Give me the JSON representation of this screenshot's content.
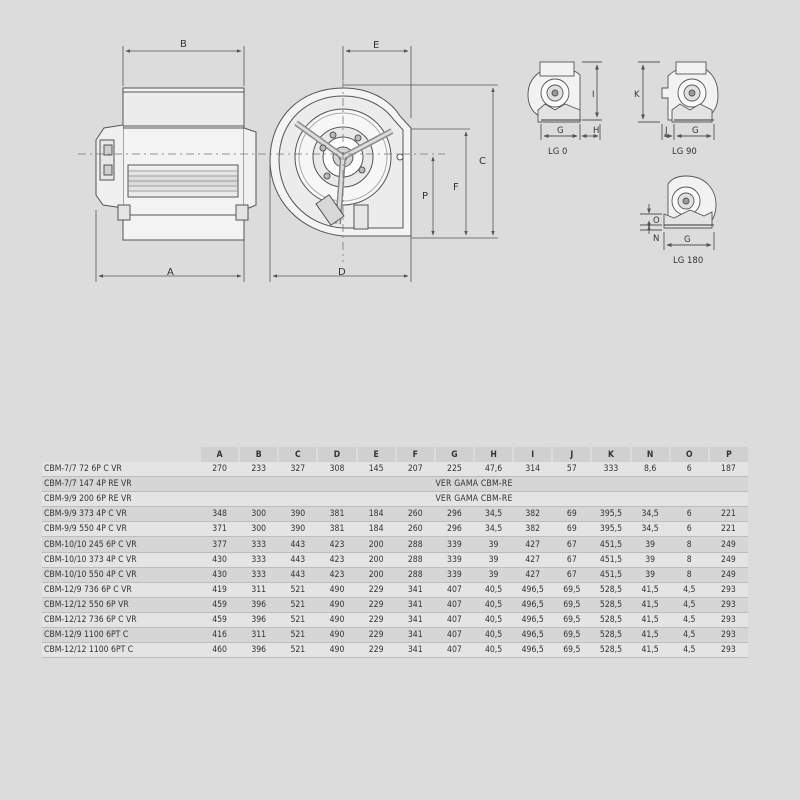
{
  "main_diagram": {
    "labels": {
      "A": "A",
      "B": "B",
      "C": "C",
      "D": "D",
      "E": "E",
      "F": "F",
      "P": "P"
    }
  },
  "orientations": [
    {
      "caption": "LG 0",
      "labels": [
        "I",
        "G",
        "H"
      ]
    },
    {
      "caption": "LG 90",
      "labels": [
        "K",
        "J",
        "G"
      ]
    },
    {
      "caption": "LG 180",
      "labels": [
        "O",
        "N",
        "G"
      ]
    }
  ],
  "table": {
    "columns": [
      "A",
      "B",
      "C",
      "D",
      "E",
      "F",
      "G",
      "H",
      "I",
      "J",
      "K",
      "N",
      "O",
      "P"
    ],
    "rows": [
      {
        "model": "CBM-7/7 72 6P C VR",
        "values": [
          "270",
          "233",
          "327",
          "308",
          "145",
          "207",
          "225",
          "47,6",
          "314",
          "57",
          "333",
          "8,6",
          "6",
          "187"
        ]
      },
      {
        "model": "CBM-7/7 147 4P RE VR",
        "note": "VER GAMA CBM-RE"
      },
      {
        "model": "CBM-9/9 200 6P RE VR",
        "note": "VER GAMA CBM-RE"
      },
      {
        "model": "CBM-9/9 373 4P C VR",
        "values": [
          "348",
          "300",
          "390",
          "381",
          "184",
          "260",
          "296",
          "34,5",
          "382",
          "69",
          "395,5",
          "34,5",
          "6",
          "221"
        ]
      },
      {
        "model": "CBM-9/9 550 4P C VR",
        "values": [
          "371",
          "300",
          "390",
          "381",
          "184",
          "260",
          "296",
          "34,5",
          "382",
          "69",
          "395,5",
          "34,5",
          "6",
          "221"
        ]
      },
      {
        "model": "CBM-10/10 245 6P C VR",
        "values": [
          "377",
          "333",
          "443",
          "423",
          "200",
          "288",
          "339",
          "39",
          "427",
          "67",
          "451,5",
          "39",
          "8",
          "249"
        ]
      },
      {
        "model": "CBM-10/10 373 4P C VR",
        "values": [
          "430",
          "333",
          "443",
          "423",
          "200",
          "288",
          "339",
          "39",
          "427",
          "67",
          "451,5",
          "39",
          "8",
          "249"
        ]
      },
      {
        "model": "CBM-10/10 550 4P C VR",
        "values": [
          "430",
          "333",
          "443",
          "423",
          "200",
          "288",
          "339",
          "39",
          "427",
          "67",
          "451,5",
          "39",
          "8",
          "249"
        ]
      },
      {
        "model": "CBM-12/9 736 6P C VR",
        "values": [
          "419",
          "311",
          "521",
          "490",
          "229",
          "341",
          "407",
          "40,5",
          "496,5",
          "69,5",
          "528,5",
          "41,5",
          "4,5",
          "293"
        ]
      },
      {
        "model": "CBM-12/12 550 6P VR",
        "values": [
          "459",
          "396",
          "521",
          "490",
          "229",
          "341",
          "407",
          "40,5",
          "496,5",
          "69,5",
          "528,5",
          "41,5",
          "4,5",
          "293"
        ]
      },
      {
        "model": "CBM-12/12 736 6P C VR",
        "values": [
          "459",
          "396",
          "521",
          "490",
          "229",
          "341",
          "407",
          "40,5",
          "496,5",
          "69,5",
          "528,5",
          "41,5",
          "4,5",
          "293"
        ]
      },
      {
        "model": "CBM-12/9 1100 6PT C",
        "values": [
          "416",
          "311",
          "521",
          "490",
          "229",
          "341",
          "407",
          "40,5",
          "496,5",
          "69,5",
          "528,5",
          "41,5",
          "4,5",
          "293"
        ]
      },
      {
        "model": "CBM-12/12 1100 6PT C",
        "values": [
          "460",
          "396",
          "521",
          "490",
          "229",
          "341",
          "407",
          "40,5",
          "496,5",
          "69,5",
          "528,5",
          "41,5",
          "4,5",
          "293"
        ]
      }
    ]
  }
}
